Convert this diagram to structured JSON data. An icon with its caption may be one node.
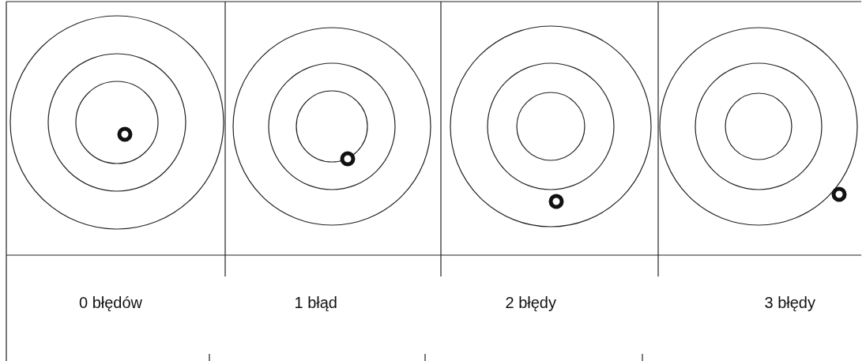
{
  "diagram": {
    "labels": [
      "0 błędów",
      "1 błąd",
      "2 błędy",
      "3 błędy"
    ]
  }
}
